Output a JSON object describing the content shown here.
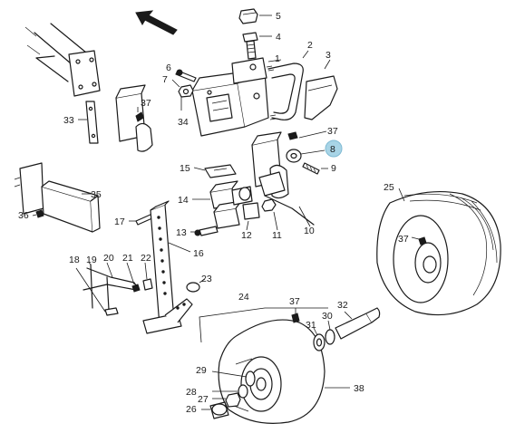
{
  "diagram": {
    "callouts": [
      {
        "id": "c1",
        "text": "1"
      },
      {
        "id": "c2",
        "text": "2"
      },
      {
        "id": "c3",
        "text": "3"
      },
      {
        "id": "c4",
        "text": "4"
      },
      {
        "id": "c5",
        "text": "5"
      },
      {
        "id": "c6",
        "text": "6"
      },
      {
        "id": "c7",
        "text": "7"
      },
      {
        "id": "c8",
        "text": "8"
      },
      {
        "id": "c9",
        "text": "9"
      },
      {
        "id": "c10",
        "text": "10"
      },
      {
        "id": "c11",
        "text": "11"
      },
      {
        "id": "c12",
        "text": "12"
      },
      {
        "id": "c13",
        "text": "13"
      },
      {
        "id": "c14",
        "text": "14"
      },
      {
        "id": "c15",
        "text": "15"
      },
      {
        "id": "c16",
        "text": "16"
      },
      {
        "id": "c17",
        "text": "17"
      },
      {
        "id": "c18",
        "text": "18"
      },
      {
        "id": "c19",
        "text": "19"
      },
      {
        "id": "c20",
        "text": "20"
      },
      {
        "id": "c21",
        "text": "21"
      },
      {
        "id": "c22",
        "text": "22"
      },
      {
        "id": "c23",
        "text": "23"
      },
      {
        "id": "c24",
        "text": "24"
      },
      {
        "id": "c25",
        "text": "25"
      },
      {
        "id": "c26",
        "text": "26"
      },
      {
        "id": "c27",
        "text": "27"
      },
      {
        "id": "c28",
        "text": "28"
      },
      {
        "id": "c29",
        "text": "29"
      },
      {
        "id": "c30",
        "text": "30"
      },
      {
        "id": "c31",
        "text": "31"
      },
      {
        "id": "c32",
        "text": "32"
      },
      {
        "id": "c33",
        "text": "33"
      },
      {
        "id": "c34",
        "text": "34"
      },
      {
        "id": "c35",
        "text": "35"
      },
      {
        "id": "c36",
        "text": "36"
      },
      {
        "id": "c37a",
        "text": "37"
      },
      {
        "id": "c37b",
        "text": "37"
      },
      {
        "id": "c37c",
        "text": "37"
      },
      {
        "id": "c37d",
        "text": "37"
      },
      {
        "id": "c38",
        "text": "38"
      }
    ],
    "highlighted_callout": "8",
    "highlight_color": "#a8d4e6",
    "ink_color": "#1a1a1a"
  }
}
